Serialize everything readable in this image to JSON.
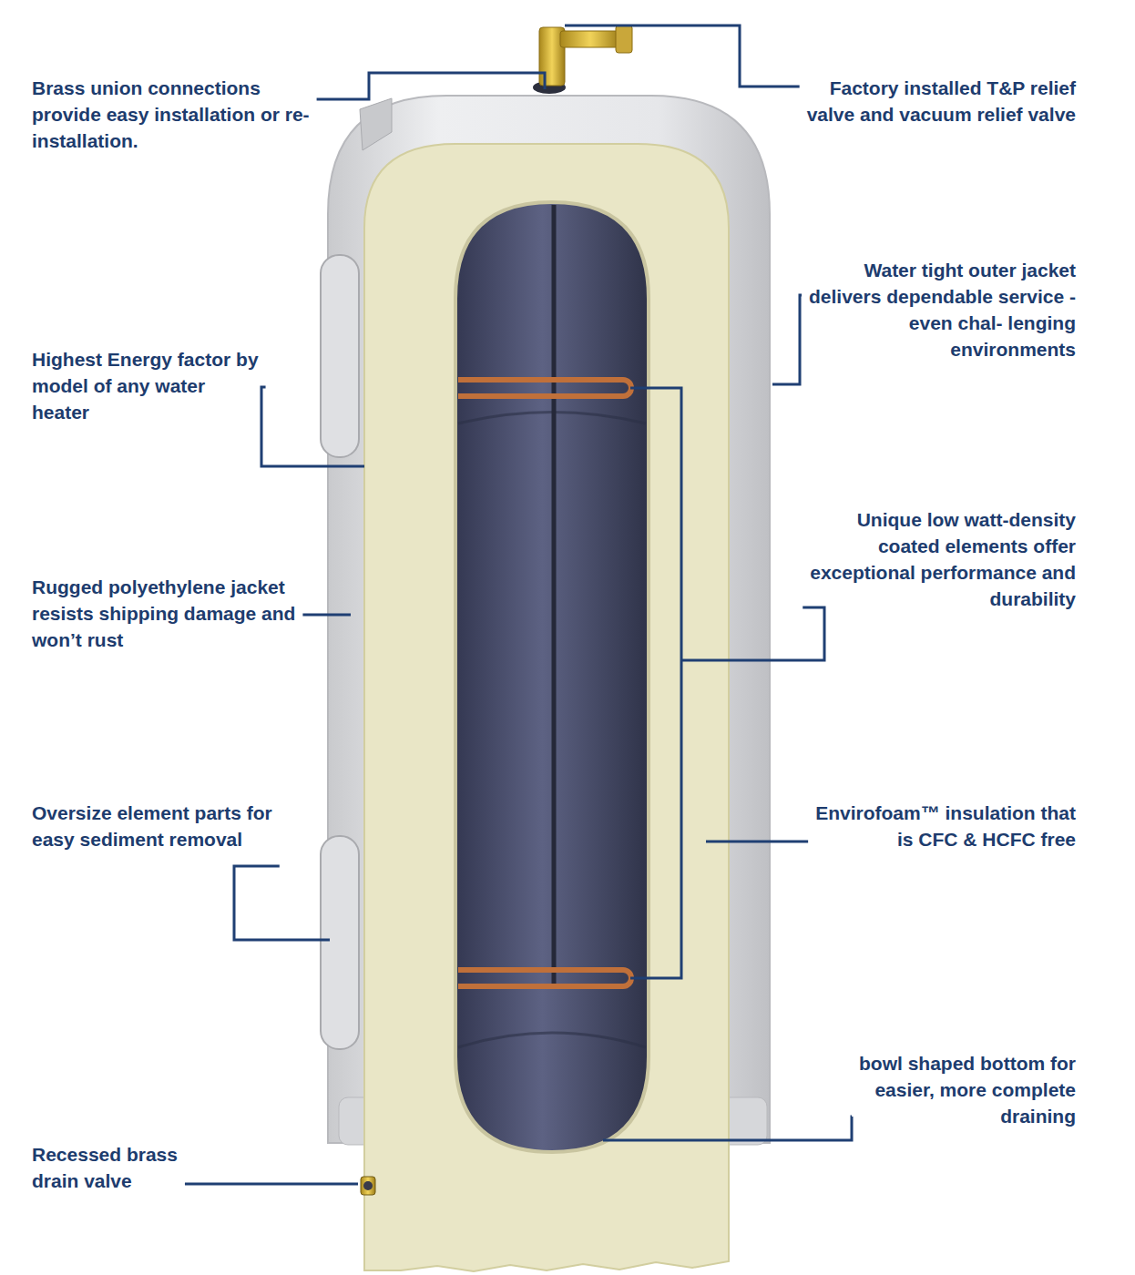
{
  "diagram": {
    "labels": [
      "Brass union connections provide easy installation or re-installation.",
      "Factory installed T&P relief valve and vacuum relief valve",
      "Water tight outer jacket delivers dependable service - even chal- lenging environments",
      "Highest Energy factor by model of any water heater",
      "Unique low watt-density coated elements offer exceptional performance and durability",
      "Rugged polyethylene jacket resists shipping damage and won’t rust",
      "Oversize element parts for easy sediment removal",
      "Envirofoam™ insulation that is CFC & HCFC free",
      "bowl shaped bottom for easier, more complete draining",
      "Recessed brass drain valve"
    ]
  }
}
